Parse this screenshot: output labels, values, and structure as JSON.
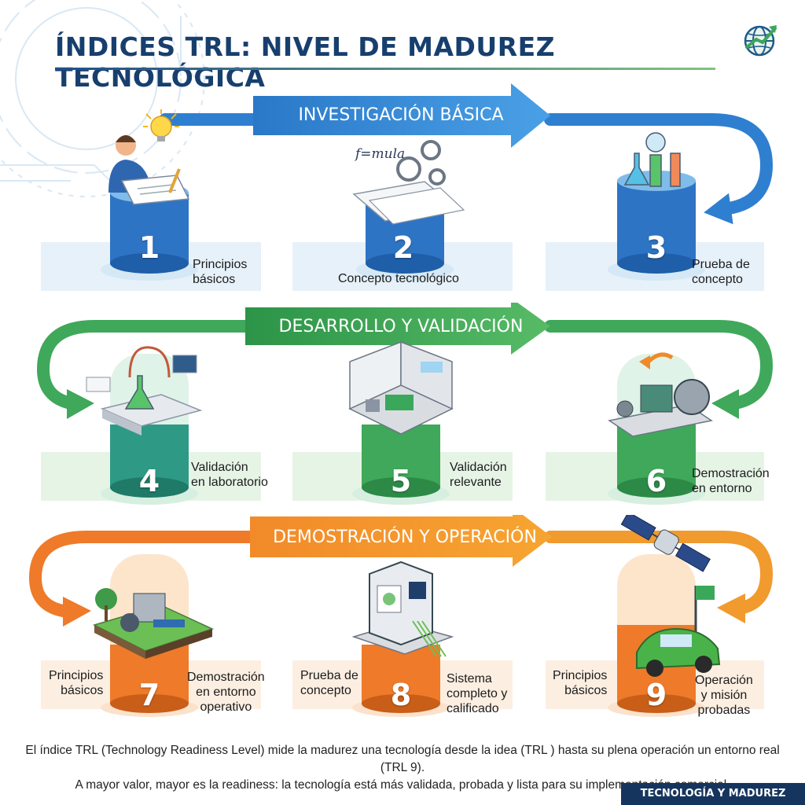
{
  "title": "ÍNDICES TRL: NIVEL DE MADUREZ TECNOLÓGICA",
  "bands": {
    "b1": "INVESTIGACIÓN BÁSICA",
    "b2": "DESARROLLO Y VALIDACIÓN",
    "b3": "DEMOSTRACIÓN Y OPERACIÓN"
  },
  "levels": {
    "l1": {
      "num": "1",
      "label": [
        "Principios",
        "básicos"
      ]
    },
    "l2": {
      "num": "2",
      "label": [
        "Concepto tecnológico"
      ]
    },
    "l3": {
      "num": "3",
      "label": [
        "Prueba de",
        "concepto"
      ]
    },
    "l4": {
      "num": "4",
      "label": [
        "Validación",
        "en laboratorio"
      ]
    },
    "l5": {
      "num": "5",
      "label": [
        "Validación",
        "relevante"
      ]
    },
    "l6": {
      "num": "6",
      "label": [
        "Demostración",
        "en entorno"
      ]
    },
    "l7": {
      "num": "7",
      "left": [
        "Principios",
        "básicos"
      ],
      "label": [
        "Demostración",
        "en entorno",
        "operativo"
      ]
    },
    "l8": {
      "num": "8",
      "left": [
        "Prueba de",
        "concepto"
      ],
      "label": [
        "Sistema",
        "completo y",
        "calificado"
      ]
    },
    "l9": {
      "num": "9",
      "left": [
        "Principios",
        "básicos"
      ],
      "label": [
        "Operación",
        "y misión",
        "probadas"
      ]
    }
  },
  "formula_text": "f=mula",
  "footer": {
    "line1": "El índice TRL (Technology Readiness Level) mide la madurez una tecnología desde la idea (TRL ) hasta su plena operación un entorno real (TRL 9).",
    "line2": "A mayor valor, mayor es la readiness: la tecnología está más validada, probada y lista para su implementación comercial."
  },
  "badge": "TECNOLOGÍA Y MADUREZ",
  "colors": {
    "blue": "#2f7fd0",
    "green": "#3fa85a",
    "orange": "#ee7a2a",
    "navy": "#173f6e"
  }
}
